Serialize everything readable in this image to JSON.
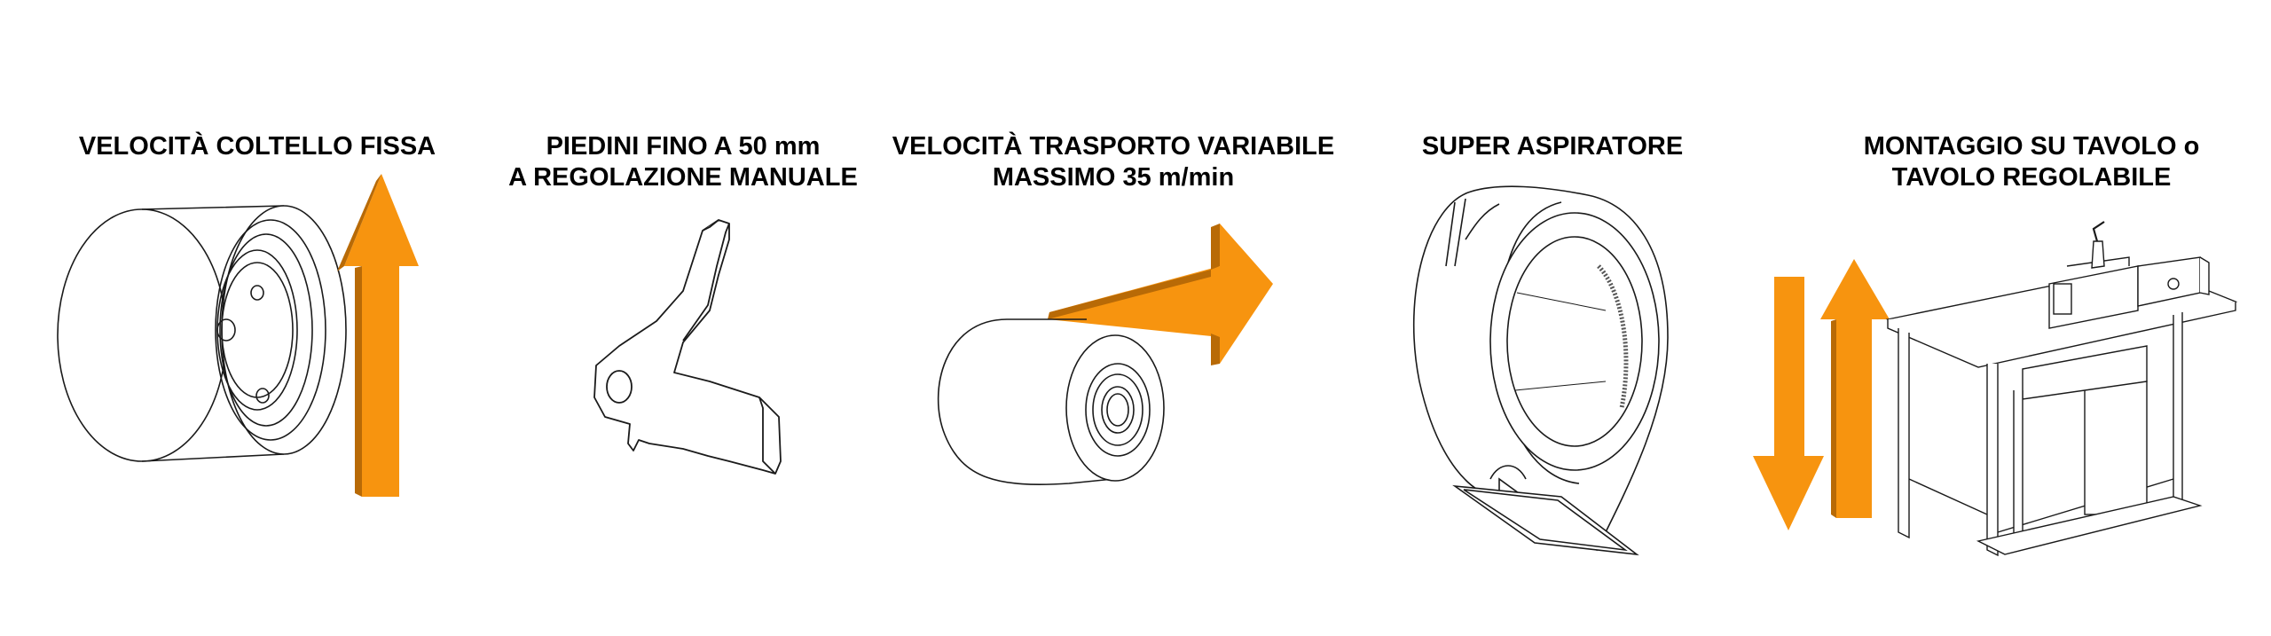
{
  "features": [
    {
      "title_lines": [
        "VELOCITÀ COLTELLO FISSA"
      ],
      "icon": "knife-pulley"
    },
    {
      "title_lines": [
        "PIEDINI FINO A 50 mm",
        "A REGOLAZIONE MANUALE"
      ],
      "icon": "presser-foot"
    },
    {
      "title_lines": [
        "VELOCITÀ TRASPORTO VARIABILE",
        "MASSIMO 35 m/min"
      ],
      "icon": "feed-roller"
    },
    {
      "title_lines": [
        "SUPER ASPIRATORE"
      ],
      "icon": "blower"
    },
    {
      "title_lines": [
        "MONTAGGIO SU TAVOLO o",
        "TAVOLO REGOLABILE"
      ],
      "icon": "machine-table"
    }
  ],
  "colors": {
    "arrow": "#f7940f",
    "arrow_shade": "#b86a06",
    "line": "#1a1a1a"
  }
}
